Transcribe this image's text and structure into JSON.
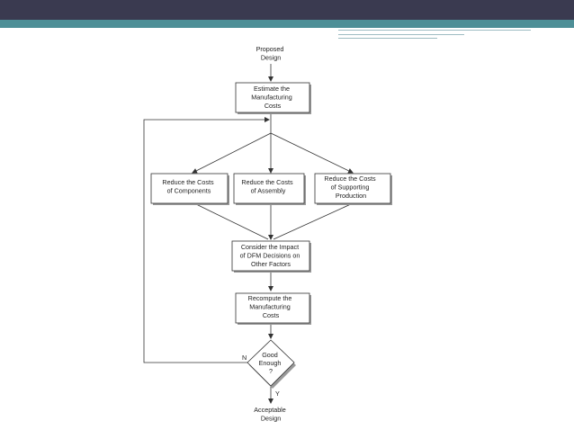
{
  "colors": {
    "header_dark": "#3a3a50",
    "header_teal": "#4e8f97",
    "accent_line": "#9dbcc2",
    "box_stroke": "#333333",
    "box_shadow": "#9a9a9a",
    "arrow": "#333333"
  },
  "flowchart": {
    "start": {
      "lines": [
        "Proposed",
        "Design"
      ]
    },
    "estimate": {
      "lines": [
        "Estimate the",
        "Manufacturing",
        "Costs"
      ]
    },
    "reduce_components": {
      "lines": [
        "Reduce the Costs",
        "of Components"
      ]
    },
    "reduce_assembly": {
      "lines": [
        "Reduce the Costs",
        "of Assembly"
      ]
    },
    "reduce_supporting": {
      "lines": [
        "Reduce the Costs",
        "of Supporting",
        "Production"
      ]
    },
    "consider_impact": {
      "lines": [
        "Consider the Impact",
        "of DFM Decisions on",
        "Other Factors"
      ]
    },
    "recompute": {
      "lines": [
        "Recompute the",
        "Manufacturing",
        "Costs"
      ]
    },
    "decision": {
      "lines": [
        "Good",
        "Enough",
        "?"
      ],
      "no_label": "N",
      "yes_label": "Y"
    },
    "end": {
      "lines": [
        "Acceptable",
        "Design"
      ]
    }
  }
}
